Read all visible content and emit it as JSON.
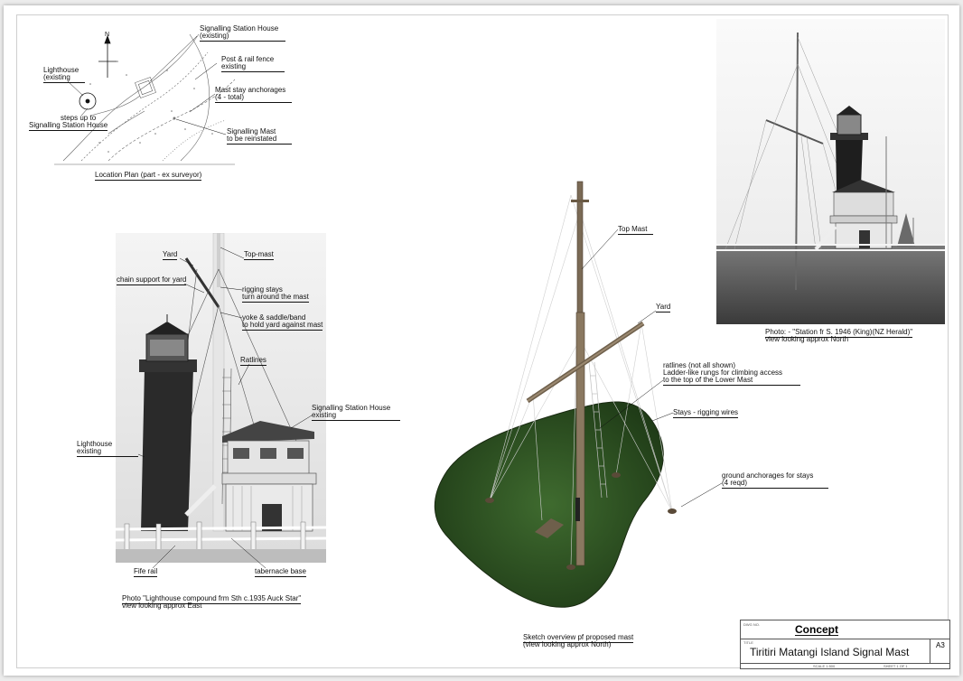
{
  "location_plan": {
    "caption": "Location Plan (part - ex surveyor)",
    "labels": {
      "station_house_1": "Signalling Station House",
      "station_house_2": "(existing)",
      "fence_1": "Post & rail fence",
      "fence_2": "existing",
      "anchorages_1": "Mast stay anchorages",
      "anchorages_2": "(4 - total)",
      "lighthouse_1": "Lighthouse",
      "lighthouse_2": "(existing",
      "steps_1": "steps up to",
      "steps_2": "Signalling Station House",
      "mast_1": "Signalling Mast",
      "mast_2": "to be reinstated"
    }
  },
  "historic_photo_1935": {
    "caption_1": "Photo \"Lighthouse compound frm Sth c.1935 Auck Star\"",
    "caption_2": "view looking approx East",
    "labels": {
      "yard": "Yard",
      "top_mast": "Top-mast",
      "chain": "chain support for yard",
      "rigging_1": "rigging stays",
      "rigging_2": "turn around the mast",
      "yoke_1": "yoke & saddle/band",
      "yoke_2": "to hold yard against mast",
      "ratlines": "Ratlines",
      "station_1": "Signalling Station House",
      "station_2": "existing",
      "lighthouse_1": "Lighthouse",
      "lighthouse_2": "existing",
      "fife_rail": "Fife rail",
      "tabernacle": "tabernacle base"
    }
  },
  "sketch": {
    "caption_1": "Sketch overview pf proposed mast",
    "caption_2": "(view looking approx North)",
    "labels": {
      "top_mast": "Top Mast",
      "yard": "Yard",
      "ratlines_1": "ratlines (not all shown)",
      "ratlines_2": "Ladder-like rungs for climbing access",
      "ratlines_3": "to the top of the Lower Mast",
      "stays": "Stays - rigging wires",
      "anchor_1": "ground anchorages for stays",
      "anchor_2": "(4 reqd)"
    }
  },
  "historic_photo_1946": {
    "caption_1": "Photo: - \"Station fr S. 1946 (King)(NZ Herald)\"",
    "caption_2": "view looking approx North"
  },
  "title_block": {
    "dwg_label": "DWG NO.",
    "dwg_value": "Concept",
    "title_label": "TITLE",
    "title": "Tiritiri Matangi Island Signal Mast",
    "size": "A3",
    "scale": "SCALE 1:500",
    "sheet": "SHEET 1 OF 1"
  }
}
